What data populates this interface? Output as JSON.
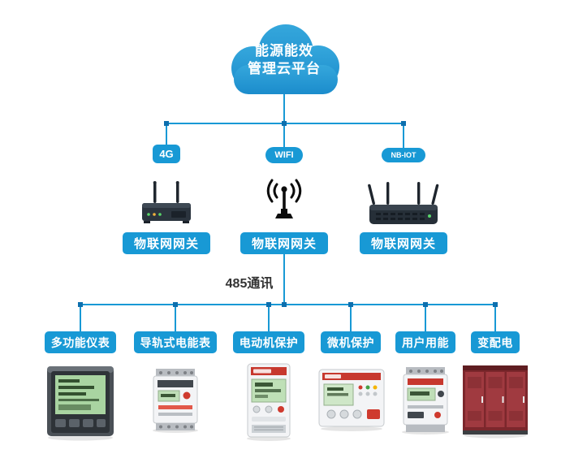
{
  "cloud": {
    "line1": "能源能效",
    "line2": "管理云平台"
  },
  "badges": [
    {
      "label": "4G"
    },
    {
      "label": "WIFI"
    },
    {
      "label": "NB-IOT"
    }
  ],
  "gateways": [
    {
      "label": "物联网网关"
    },
    {
      "label": "物联网网关"
    },
    {
      "label": "物联网网关"
    }
  ],
  "bus": {
    "label": "485通讯"
  },
  "devices": [
    {
      "label": "多功能仪表"
    },
    {
      "label": "导轨式电能表"
    },
    {
      "label": "电动机保护"
    },
    {
      "label": "微机保护"
    },
    {
      "label": "用户用能"
    },
    {
      "label": "变配电"
    }
  ],
  "icons": {
    "cloud": "cloud-shape",
    "wifi_antenna": "antenna-with-signal-waves",
    "router_4g": "industrial-router-2-antennas",
    "router_nbiot": "industrial-router-4-antennas",
    "meter_multifunction": "panel-meter-green-lcd",
    "meter_din_rail": "din-rail-energy-meter",
    "motor_protector": "motor-protection-unit",
    "relay_protection": "microcomputer-protection-relay",
    "user_energy_meter": "din-rail-meter",
    "switchgear": "power-distribution-cabinets"
  },
  "colors": {
    "line": "#1899d5",
    "node": "#0d6fae",
    "label_bg": "#1899d5",
    "cloud_top": "#35a7dc",
    "cloud_bottom": "#1b8ccc",
    "bus_text": "#333333",
    "background": "#ffffff"
  }
}
